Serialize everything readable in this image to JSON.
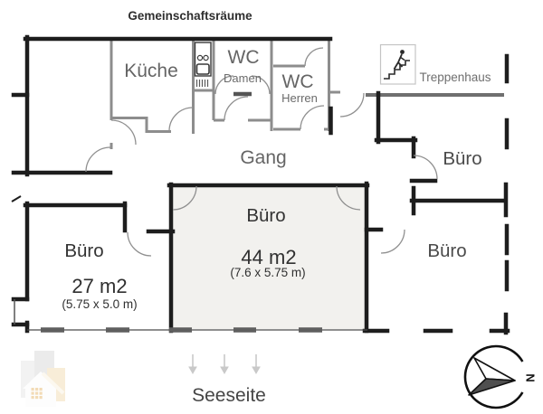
{
  "title": "Gemeinschaftsräume",
  "rooms": {
    "kueche": {
      "label": "Küche"
    },
    "wc_damen": {
      "label": "WC",
      "sublabel": "Damen"
    },
    "wc_herren": {
      "label": "WC",
      "sublabel": "Herren"
    },
    "treppenhaus": {
      "label": "Treppenhaus"
    },
    "gang": {
      "label": "Gang"
    },
    "buero_top_right": {
      "label": "Büro"
    },
    "buero_bottom_right": {
      "label": "Büro"
    },
    "buero_center": {
      "label": "Büro",
      "area": "44 m2",
      "dimensions": "(7.6  x 5.75 m)"
    },
    "buero_left": {
      "label": "Büro",
      "area": "27 m2",
      "dimensions": "(5.75  x 5.0 m)"
    }
  },
  "annotations": {
    "seeseite": "Seeseite"
  },
  "compass": {
    "direction": "N"
  },
  "icons": {
    "stairs": "stairs-person-icon",
    "stove": "stove-icon",
    "compass": "compass-icon",
    "watermark": "house-logo-icon",
    "shore_arrows": "down-arrow-icon"
  },
  "colors": {
    "wall_black": "#1d1d1d",
    "wall_gray": "#8d8d8d",
    "room_fill": "#f2f1ee",
    "label_gray": "#656565",
    "label_dark": "#303030",
    "arrow_gray": "#c9c9c9",
    "watermark_tan": "#f3dfba",
    "watermark_orange": "#e8bf7c"
  }
}
